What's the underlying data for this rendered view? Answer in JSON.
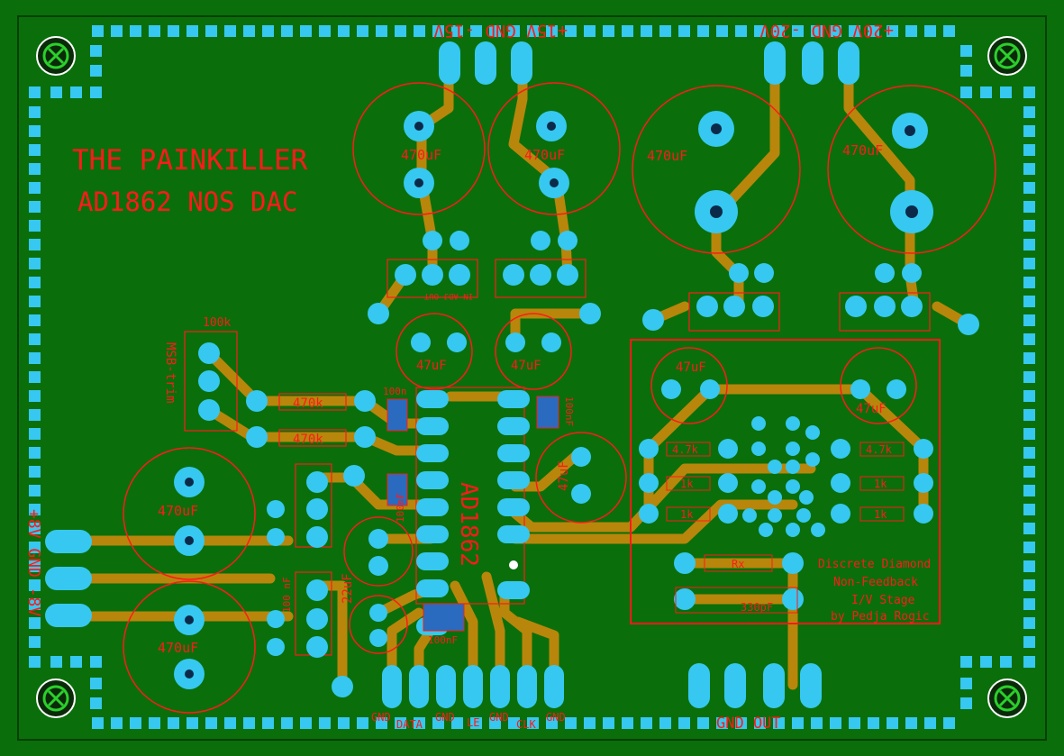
{
  "title": {
    "line1": "THE PAINKILLER",
    "line2": "AD1862 NOS DAC"
  },
  "colors": {
    "board": "#0a6f0a",
    "copper": "#b8860b",
    "pad": "#36c8f0",
    "silkscreen": "#ff1a1a",
    "hole": "#0b2a4a"
  },
  "connectors": {
    "supply_15v": "+15V  GND  -15V",
    "supply_20v": "+20V  GND  -20V",
    "supply_8v": "+8V  GND  -8V",
    "output": "GND  OUT",
    "digital": {
      "gnd1": "GND",
      "data": "DATA",
      "gnd2": "GND",
      "le": "LE",
      "gnd3": "GND",
      "clk": "CLK",
      "gnd4": "GND"
    }
  },
  "components": {
    "cap_470uF": "470uF",
    "cap_47uF": "47uF",
    "cap_22uF": "22uF",
    "cap_100nF": "100nF",
    "cap_100nF_b": "100 nF",
    "cap_100n": "100n",
    "cap_330pF": "330pF",
    "res_470k": "470k",
    "res_4k7": "4.7k",
    "res_1k": "1k",
    "res_rx": "Rx",
    "trim_100k": "100k",
    "msb_trim": "MSB-trim",
    "chip": "AD1862",
    "reg_pins": "IN  ADJ  OUT",
    "plus": "+",
    "minus": "-"
  },
  "iv_stage": {
    "line1": "Discrete Diamond",
    "line2": "Non-Feedback",
    "line3": "I/V Stage",
    "line4": "by Pedja Rogic"
  }
}
